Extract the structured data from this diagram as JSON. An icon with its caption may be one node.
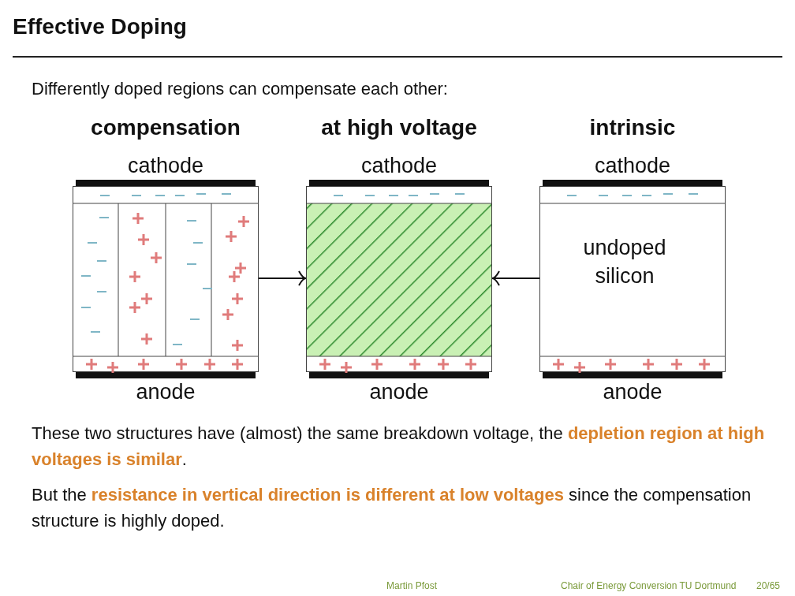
{
  "diagram": {
    "title": "Effective Doping",
    "nodes": [
      {
        "text": [
          "compensation"
        ],
        "beside": [
          "cathode",
          "anode"
        ]
      },
      {
        "text": [
          "at high voltage"
        ],
        "beside": [
          "cathode",
          "anode"
        ]
      },
      {
        "text": [
          "intrinsic",
          "undoped silicon"
        ],
        "beside": [
          "cathode",
          "anode"
        ]
      }
    ],
    "edges": [
      {
        "from": 0,
        "to": 1,
        "arrow": "to"
      },
      {
        "from": 2,
        "to": 1,
        "arrow": "to"
      }
    ],
    "labels": [
      "Differently doped regions can compensate each other:",
      "These two structures have (almost) the same breakdown voltage, the **depletion region at high voltages is similar**.",
      "But the **resistance in vertical direction is different at low voltages** since the compensation structure is highly doped.",
      "Martin Pfost",
      "Chair of Energy Conversion TU Dortmund",
      "20/65"
    ]
  }
}
